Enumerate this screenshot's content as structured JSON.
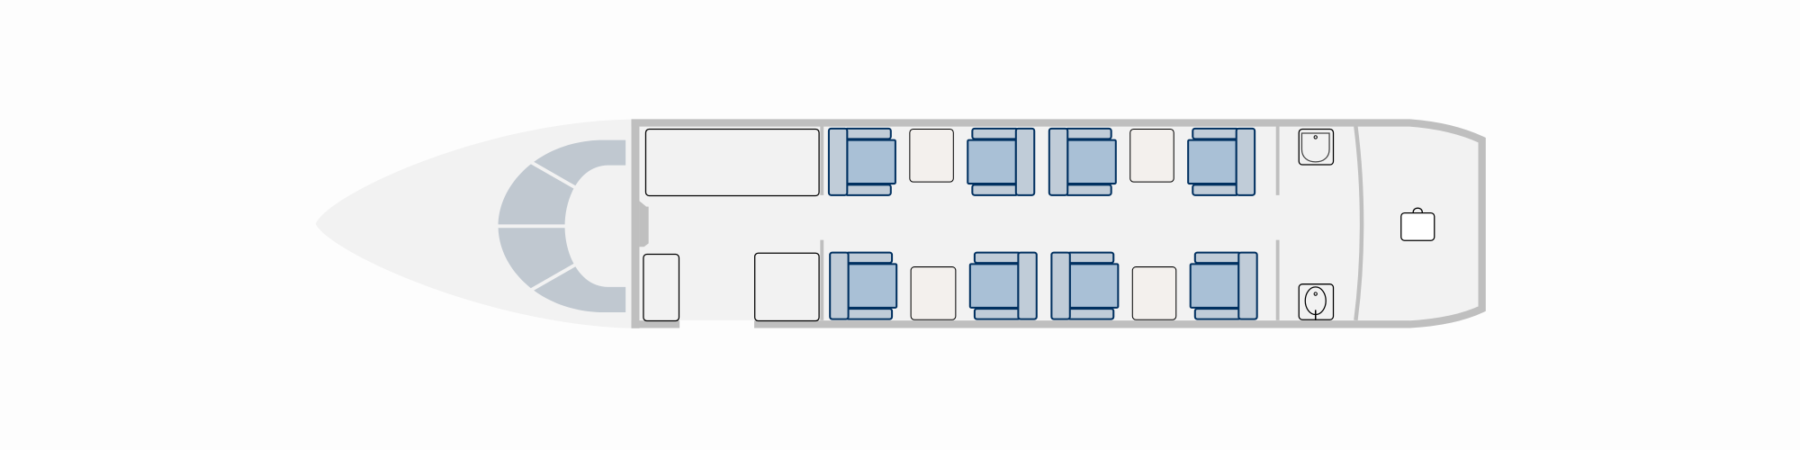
{
  "diagram": {
    "type": "aircraft-seat-map",
    "colors": {
      "background": "#fdfdfd",
      "floor": "#f2f2f2",
      "wall": "#bfbfbf",
      "divan": "#c0c8d0",
      "seat_back": "#c0ccd8",
      "seat_cushion": "#a9c0d6",
      "seat_outline": "#003060",
      "side_table": "#f3f0ed",
      "fixture_outline": "#000000"
    },
    "seat_count": 8,
    "side_table_count": 4,
    "fixtures": [
      "divan",
      "credenza",
      "galley",
      "closet",
      "lavatory-sink",
      "lavatory-toilet",
      "baggage"
    ]
  }
}
